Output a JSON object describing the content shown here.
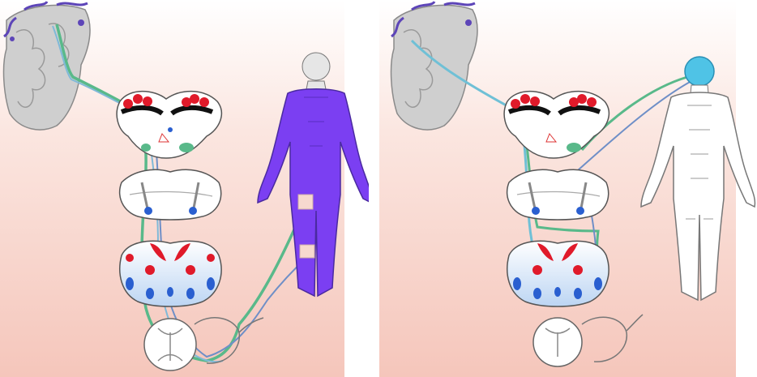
{
  "panels": [
    {
      "id": "left",
      "body_color": "#7b3ff2",
      "highlight": "leg dermatomes",
      "pathways": [
        "#59b98a",
        "#6f8fc7"
      ]
    },
    {
      "id": "right",
      "body_color": "#ffffff",
      "highlight": "face",
      "highlight_color": "#4fc3e6",
      "pathways": [
        "#59b98a",
        "#6f8fc7",
        "#6fc0d6"
      ]
    }
  ],
  "colors": {
    "background_top": "#ffffff",
    "background_bottom": "#f6c7bd",
    "nucleus_red": "#e01a2a",
    "tract_blue": "#2a5fd0",
    "tract_green": "#59b98a"
  }
}
